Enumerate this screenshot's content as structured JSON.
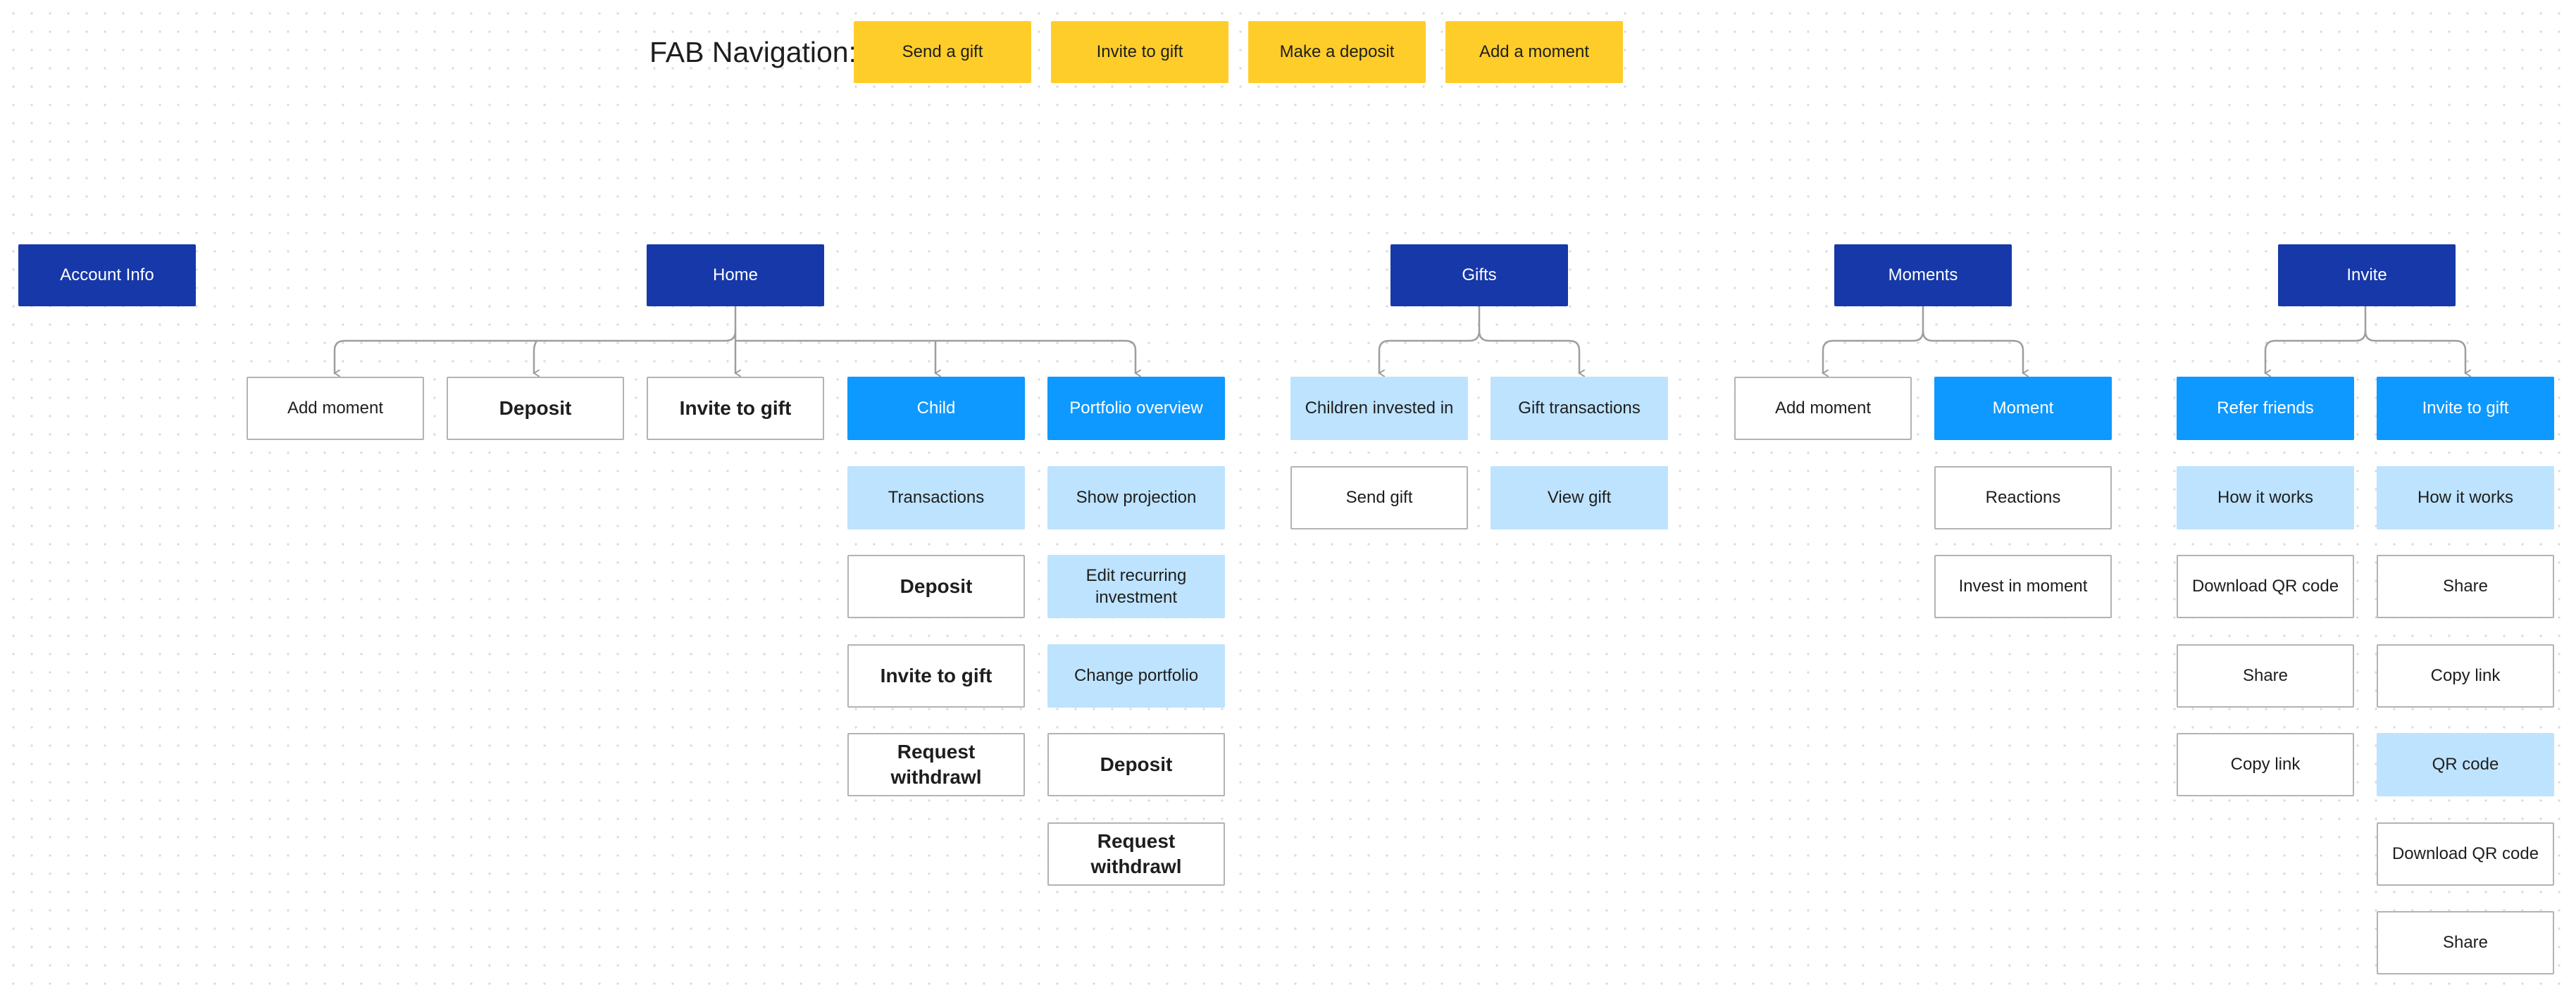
{
  "fab": {
    "label": "FAB Navigation:",
    "buttons": [
      "Send a gift",
      "Invite to gift",
      "Make a deposit",
      "Add a moment"
    ]
  },
  "account": {
    "label": "Account Info"
  },
  "home": {
    "label": "Home",
    "items": {
      "add_moment": "Add moment",
      "deposit": "Deposit",
      "invite_to_gift": "Invite to gift",
      "child": {
        "label": "Child",
        "items": [
          "Transactions",
          "Deposit",
          "Invite to gift",
          "Request withdrawl"
        ]
      },
      "portfolio": {
        "label": "Portfolio overview",
        "items": [
          "Show projection",
          "Edit recurring investment",
          "Change portfolio",
          "Deposit",
          "Request withdrawl"
        ]
      }
    }
  },
  "gifts": {
    "label": "Gifts",
    "children_invested": {
      "label": "Children invested in",
      "items": [
        "Send gift"
      ]
    },
    "gift_transactions": {
      "label": "Gift transactions",
      "items": [
        "View gift"
      ]
    }
  },
  "moments": {
    "label": "Moments",
    "add_moment": "Add moment",
    "moment": {
      "label": "Moment",
      "items": [
        "Reactions",
        "Invest in moment"
      ]
    }
  },
  "invite": {
    "label": "Invite",
    "refer_friends": {
      "label": "Refer friends",
      "items": [
        "How it works",
        "Download QR code",
        "Share",
        "Copy link"
      ]
    },
    "invite_to_gift": {
      "label": "Invite to gift",
      "items": [
        "How it works",
        "Share",
        "Copy link",
        "QR code",
        "Download QR code",
        "Share"
      ]
    }
  },
  "colors": {
    "fab": "#ffcd29",
    "primary": "#1638a8",
    "accent": "#0d99ff",
    "light": "#bde3ff",
    "connector": "#9e9e9e"
  }
}
